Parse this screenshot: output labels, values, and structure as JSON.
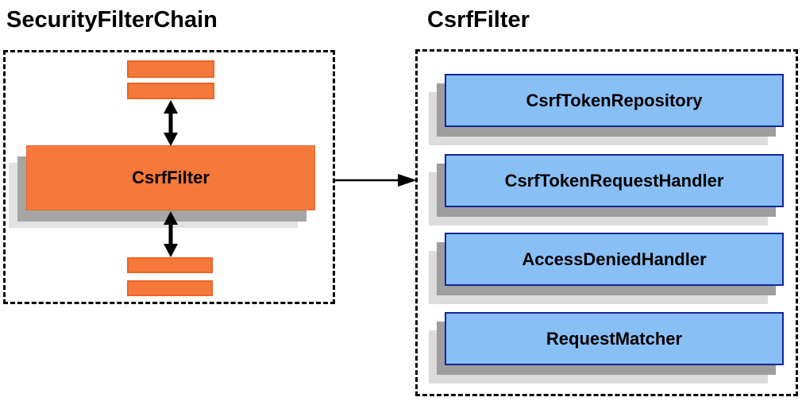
{
  "left_panel": {
    "title": "SecurityFilterChain",
    "filter_node_label": "CsrfFilter"
  },
  "right_panel": {
    "title": "CsrfFilter",
    "components": [
      {
        "label": "CsrfTokenRepository"
      },
      {
        "label": "CsrfTokenRequestHandler"
      },
      {
        "label": "AccessDeniedHandler"
      },
      {
        "label": "RequestMatcher"
      }
    ]
  },
  "colors": {
    "orange_fill": "#f5793b",
    "orange_border": "#ed6426",
    "blue_fill": "#88bff5",
    "blue_border": "#15249c",
    "shadow_dark": "#a0a0a0",
    "shadow_light": "#e0e0e0",
    "line_color": "#000000",
    "background": "#ffffff"
  }
}
